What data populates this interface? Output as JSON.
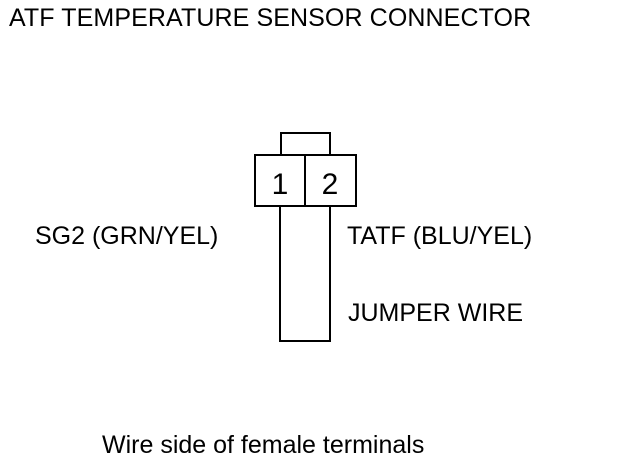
{
  "diagram": {
    "title": "ATF TEMPERATURE SENSOR CONNECTOR",
    "connector": {
      "pins": [
        {
          "number": "1"
        },
        {
          "number": "2"
        }
      ]
    },
    "wire_labels": {
      "left": "SG2 (GRN/YEL)",
      "right": "TATF (BLU/YEL)",
      "jumper": "JUMPER WIRE"
    },
    "caption": "Wire side of female terminals"
  }
}
